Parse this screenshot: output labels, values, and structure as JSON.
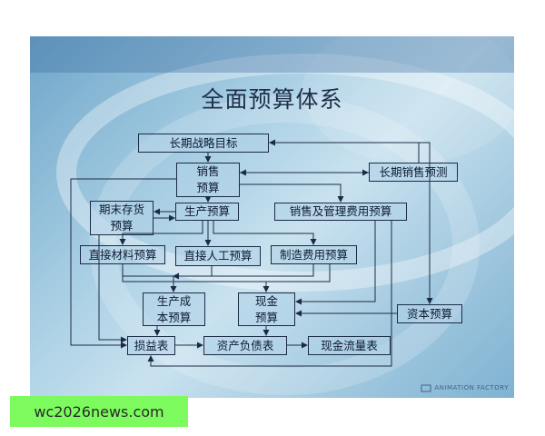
{
  "slide": {
    "title": "全面预算体系",
    "boxes": {
      "long_term_goal": "长期战略目标",
      "sales_budget_1": "销售",
      "sales_budget_2": "预算",
      "long_term_sales_forecast": "长期销售预测",
      "ending_inventory_1": "期末存货",
      "ending_inventory_2": "预算",
      "production_budget": "生产预算",
      "selling_admin_budget": "销售及管理费用预算",
      "direct_material_budget": "直接材料预算",
      "direct_labor_budget": "直接人工预算",
      "manufacturing_overhead_budget": "制造费用预算",
      "production_cost_1": "生产成",
      "production_cost_2": "本预算",
      "cash_budget_1": "现金",
      "cash_budget_2": "预算",
      "capital_budget": "资本预算",
      "income_statement": "损益表",
      "balance_sheet": "资产负债表",
      "cash_flow_statement": "现金流量表"
    },
    "logo_text": "ANIMATION FACTORY"
  },
  "watermark": "wc2026news.com",
  "colors": {
    "box_border": "#1c2b45",
    "box_fill": "#b0d2e8",
    "arrow": "#1c2b45",
    "watermark_bg": "#7dfb5e"
  }
}
